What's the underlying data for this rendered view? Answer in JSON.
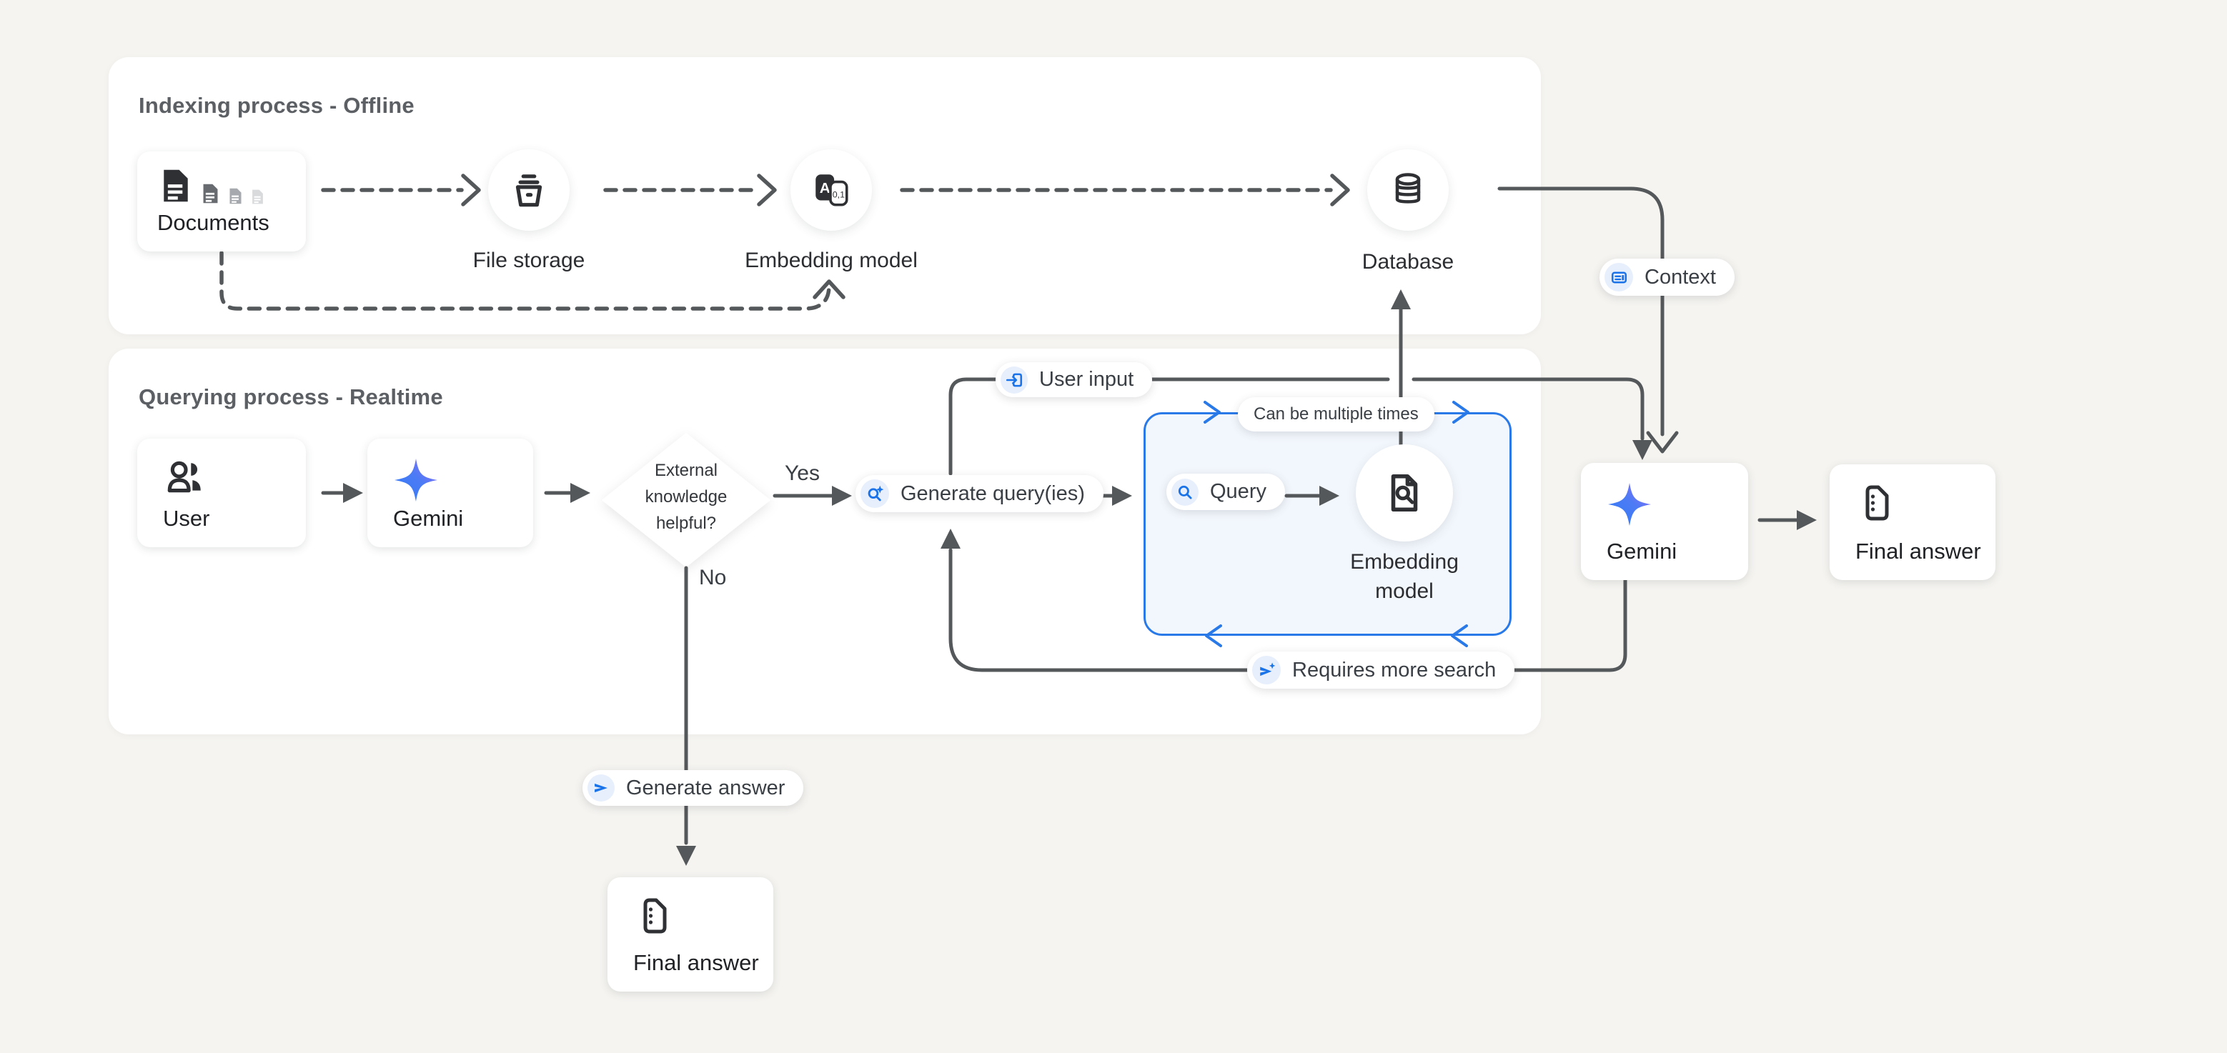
{
  "panels": {
    "indexing": {
      "title": "Indexing process - Offline"
    },
    "querying": {
      "title": "Querying process - Realtime"
    }
  },
  "nodes": {
    "documents": "Documents",
    "file_storage": "File storage",
    "embedding_model_offline": "Embedding model",
    "database": "Database",
    "user": "User",
    "gemini_query": "Gemini",
    "decision": "External knowledge helpful?",
    "generate_queries": "Generate query(ies)",
    "query": "Query",
    "embedding_model_realtime": "Embedding model",
    "gemini_answer": "Gemini",
    "final_answer_right": "Final answer",
    "final_answer_bottom": "Final answer"
  },
  "labels": {
    "yes": "Yes",
    "no": "No",
    "user_input": "User input",
    "context": "Context",
    "can_be_multiple_times": "Can be multiple times",
    "requires_more_search": "Requires more search",
    "generate_answer": "Generate answer"
  },
  "icon_text": {
    "embedding_letter": "A",
    "embedding_digits": "0,1"
  },
  "icons": {
    "documents": "document-stack-icon",
    "file_storage": "storage-bucket-icon",
    "embedding_offline": "translate-embedding-icon",
    "database": "database-cylinder-icon",
    "user": "users-icon",
    "gemini": "gemini-star-icon",
    "generate_queries": "search-sparkle-icon",
    "query": "search-icon",
    "user_input": "input-login-icon",
    "context": "article-icon",
    "requires_more_search": "send-sparkle-icon",
    "generate_answer": "send-icon",
    "embedding_realtime": "document-search-icon",
    "final_answer": "draft-file-icon"
  },
  "colors": {
    "background": "#f5f4f1",
    "panel": "#ffffff",
    "connector_gray": "#55585a",
    "blue_accent": "#1a73e8",
    "blue_border": "#2979e8",
    "icon_bubble": "#e7effc",
    "bluebox_fill": "#f2f7fd",
    "title_gray": "#5c6064",
    "node_text": "#1f2124"
  }
}
